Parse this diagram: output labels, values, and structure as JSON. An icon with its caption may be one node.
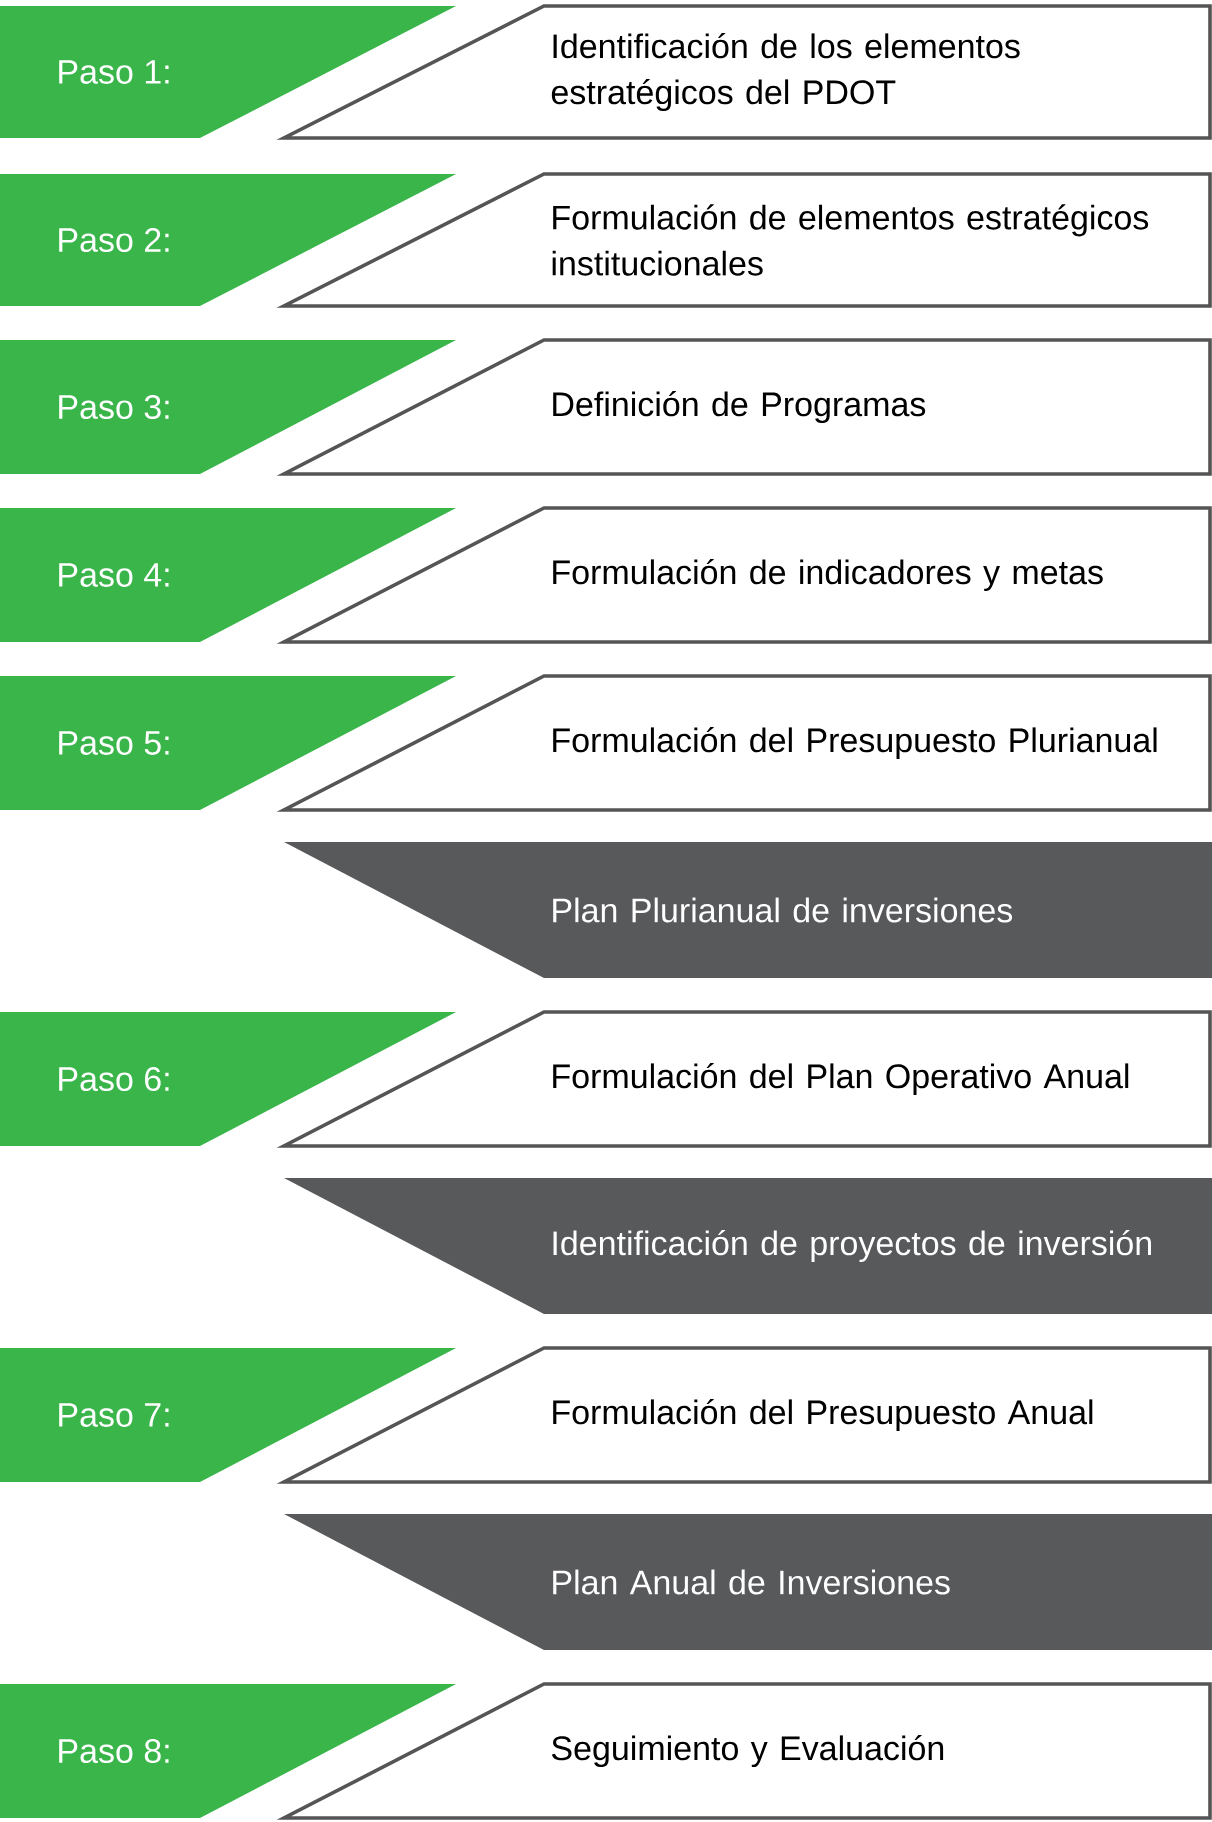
{
  "diagram": {
    "nodes": [
      {
        "text": [
          "Paso 1:"
        ]
      },
      {
        "text": [
          "Identificación de los elementos estratégicos del PDOT"
        ]
      },
      {
        "text": [
          "Paso 2:"
        ]
      },
      {
        "text": [
          "Formulación de elementos estratégicos institucionales"
        ]
      },
      {
        "text": [
          "Paso 3:"
        ]
      },
      {
        "text": [
          "Definición de Programas"
        ]
      },
      {
        "text": [
          "Paso 4:"
        ]
      },
      {
        "text": [
          "Formulación de indicadores y metas"
        ]
      },
      {
        "text": [
          "Paso 5:"
        ]
      },
      {
        "text": [
          "Formulación del Presupuesto Plurianual"
        ]
      },
      {
        "text": [
          "Plan Plurianual de inversiones"
        ]
      },
      {
        "text": [
          "Paso 6:"
        ]
      },
      {
        "text": [
          "Formulación del Plan Operativo Anual"
        ]
      },
      {
        "text": [
          "Identificación de proyectos de inversión"
        ]
      },
      {
        "text": [
          "Paso 7:"
        ]
      },
      {
        "text": [
          "Formulación del Presupuesto Anual"
        ]
      },
      {
        "text": [
          "Plan Anual de Inversiones"
        ]
      },
      {
        "text": [
          "Paso 8:"
        ]
      },
      {
        "text": [
          "Seguimiento y Evaluación"
        ]
      }
    ]
  }
}
